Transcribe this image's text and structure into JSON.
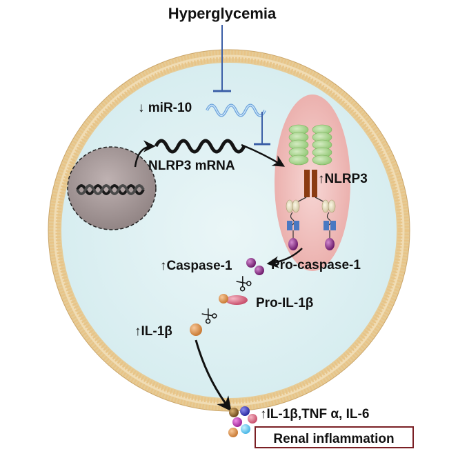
{
  "labels": {
    "hyperglycemia": "Hyperglycemia",
    "mir10": "↓ miR-10",
    "nlrp3_mrna": "NLRP3 mRNA",
    "nlrp3": "↑NLRP3",
    "caspase1": "↑Caspase-1",
    "pro_caspase1": "Pro-caspase-1",
    "pro_il1b": "Pro-IL-1β",
    "il1b": "↑IL-1β",
    "cytokines": "↑IL-1β,TNF α, IL-6",
    "renal_inflammation": "Renal inflammation"
  },
  "icons": {
    "nucleus": "dna-nucleus-icon",
    "scissors": "scissors-icon",
    "inhibition": "inhibition-bar-icon"
  },
  "colors": {
    "cytoplasm": "#dff0f2",
    "membrane": "#e2c48e",
    "inflammasome_bg": "#efb7b4",
    "lrr_green": "#a9d58e",
    "nacht_brown": "#8a3b12",
    "card_blue": "#4a78c2",
    "caspase_purple": "#8a2c86",
    "mir_blue": "#6fa6dc",
    "inhibit_line": "#3a5ea6",
    "il1b_orange": "#e8a060",
    "box_border": "#7a1f24"
  }
}
